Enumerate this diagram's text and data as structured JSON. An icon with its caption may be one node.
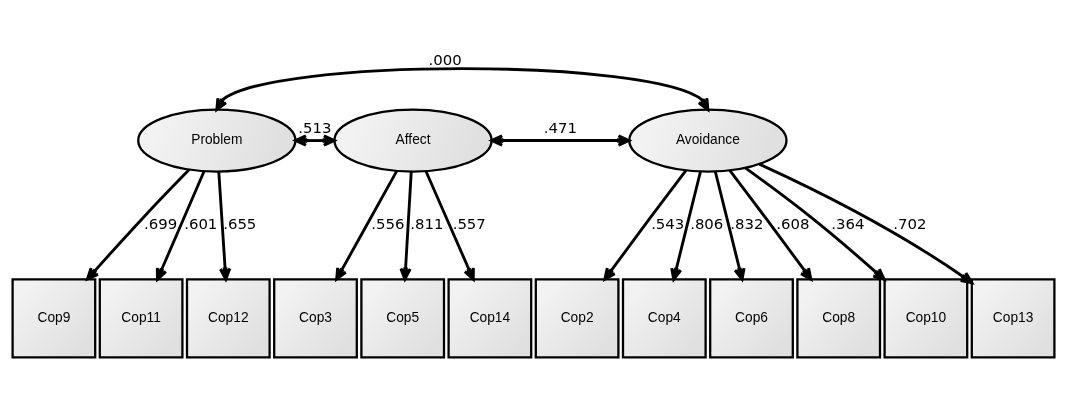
{
  "diagram": {
    "nodes": [
      {
        "text": [
          "Problem"
        ]
      },
      {
        "text": [
          "Affect"
        ]
      },
      {
        "text": [
          "Avoidance"
        ]
      },
      {
        "text": [
          "Cop9"
        ]
      },
      {
        "text": [
          "Cop11"
        ]
      },
      {
        "text": [
          "Cop12"
        ]
      },
      {
        "text": [
          "Cop3"
        ]
      },
      {
        "text": [
          "Cop5"
        ]
      },
      {
        "text": [
          "Cop14"
        ]
      },
      {
        "text": [
          "Cop2"
        ]
      },
      {
        "text": [
          "Cop4"
        ]
      },
      {
        "text": [
          "Cop6"
        ]
      },
      {
        "text": [
          "Cop8"
        ]
      },
      {
        "text": [
          "Cop10"
        ]
      },
      {
        "text": [
          "Cop13"
        ]
      }
    ],
    "edges": [
      {
        "from": 0,
        "to": 2,
        "arrow": "both",
        "label": ".000"
      },
      {
        "from": 0,
        "to": 1,
        "arrow": "both",
        "label": ".513"
      },
      {
        "from": 1,
        "to": 2,
        "arrow": "both",
        "label": ".471"
      },
      {
        "from": 0,
        "to": 3,
        "arrow": "to",
        "label": ".699"
      },
      {
        "from": 0,
        "to": 4,
        "arrow": "to",
        "label": ".601"
      },
      {
        "from": 0,
        "to": 5,
        "arrow": "to",
        "label": ".655"
      },
      {
        "from": 1,
        "to": 6,
        "arrow": "to",
        "label": ".556"
      },
      {
        "from": 1,
        "to": 7,
        "arrow": "to",
        "label": ".811"
      },
      {
        "from": 1,
        "to": 8,
        "arrow": "to",
        "label": ".557"
      },
      {
        "from": 2,
        "to": 9,
        "arrow": "to",
        "label": ".543"
      },
      {
        "from": 2,
        "to": 10,
        "arrow": "to",
        "label": ".806"
      },
      {
        "from": 2,
        "to": 11,
        "arrow": "to",
        "label": ".832"
      },
      {
        "from": 2,
        "to": 12,
        "arrow": "to",
        "label": ".608"
      },
      {
        "from": 2,
        "to": 13,
        "arrow": "to",
        "label": ".364"
      },
      {
        "from": 2,
        "to": 14,
        "arrow": "to",
        "label": ".702"
      }
    ]
  }
}
